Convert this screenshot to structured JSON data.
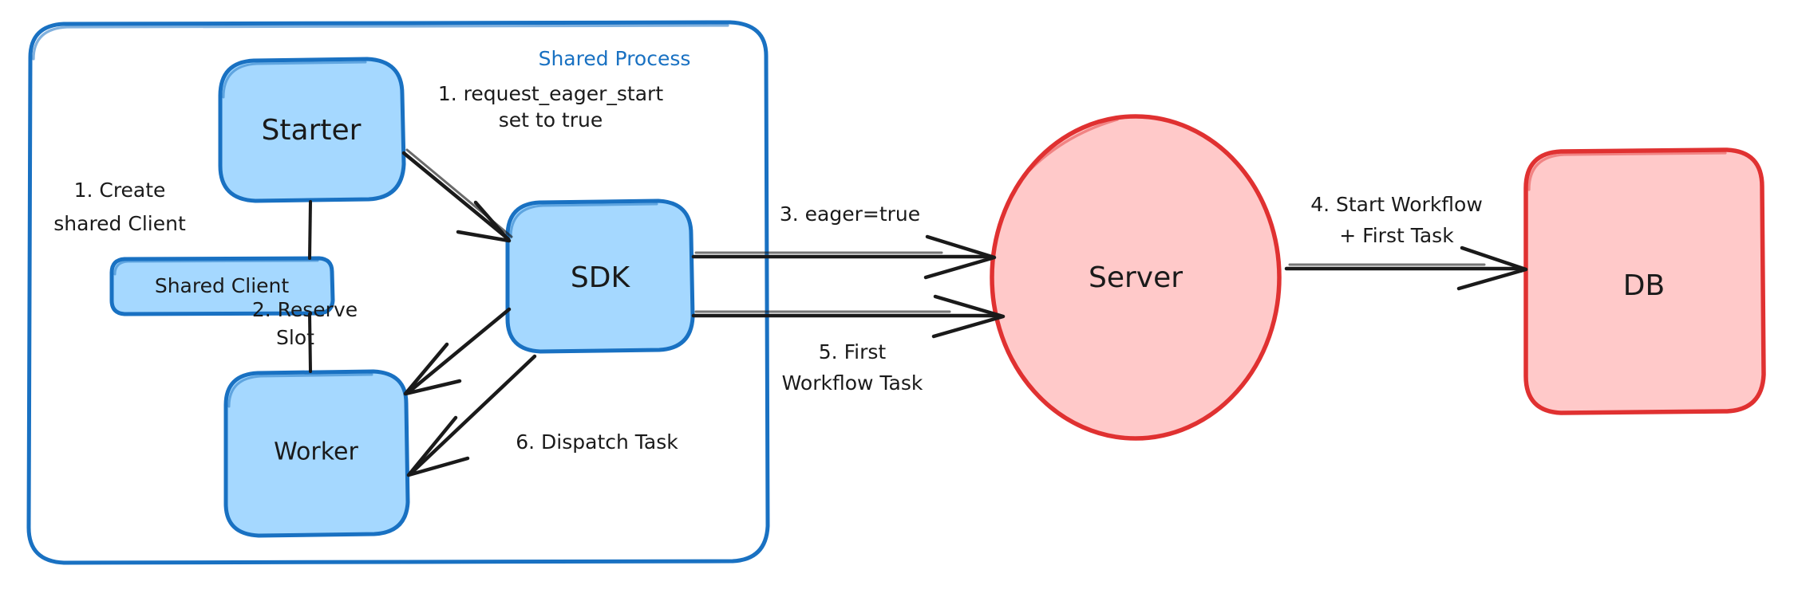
{
  "diagram": {
    "title": "Eager Workflow Start sequence diagram",
    "colors": {
      "blue_stroke": "#1971c2",
      "blue_fill": "#a5d8ff",
      "red_stroke": "#e03131",
      "red_fill": "#ffc9c9",
      "ink": "#1a1a1a",
      "background": "#ffffff"
    },
    "group": {
      "label": "Shared Process"
    },
    "nodes": {
      "starter": {
        "label": "Starter"
      },
      "shared_client": {
        "label": "Shared Client"
      },
      "worker": {
        "label": "Worker"
      },
      "sdk": {
        "label": "SDK"
      },
      "server": {
        "label": "Server"
      },
      "db": {
        "label": "DB"
      }
    },
    "edges": {
      "create_shared_client": {
        "line1": "1. Create",
        "line2": "shared Client"
      },
      "request_eager_start": {
        "line1": "1. request_eager_start",
        "line2": "set to true"
      },
      "reserve_slot": {
        "line1": "2. Reserve",
        "line2": "Slot"
      },
      "eager_true": {
        "line1": "3. eager=true"
      },
      "start_workflow": {
        "line1": "4. Start Workflow",
        "line2": "+ First Task"
      },
      "first_workflow_task": {
        "line1": "5. First",
        "line2": "Workflow Task"
      },
      "dispatch_task": {
        "line1": "6. Dispatch Task"
      }
    }
  }
}
